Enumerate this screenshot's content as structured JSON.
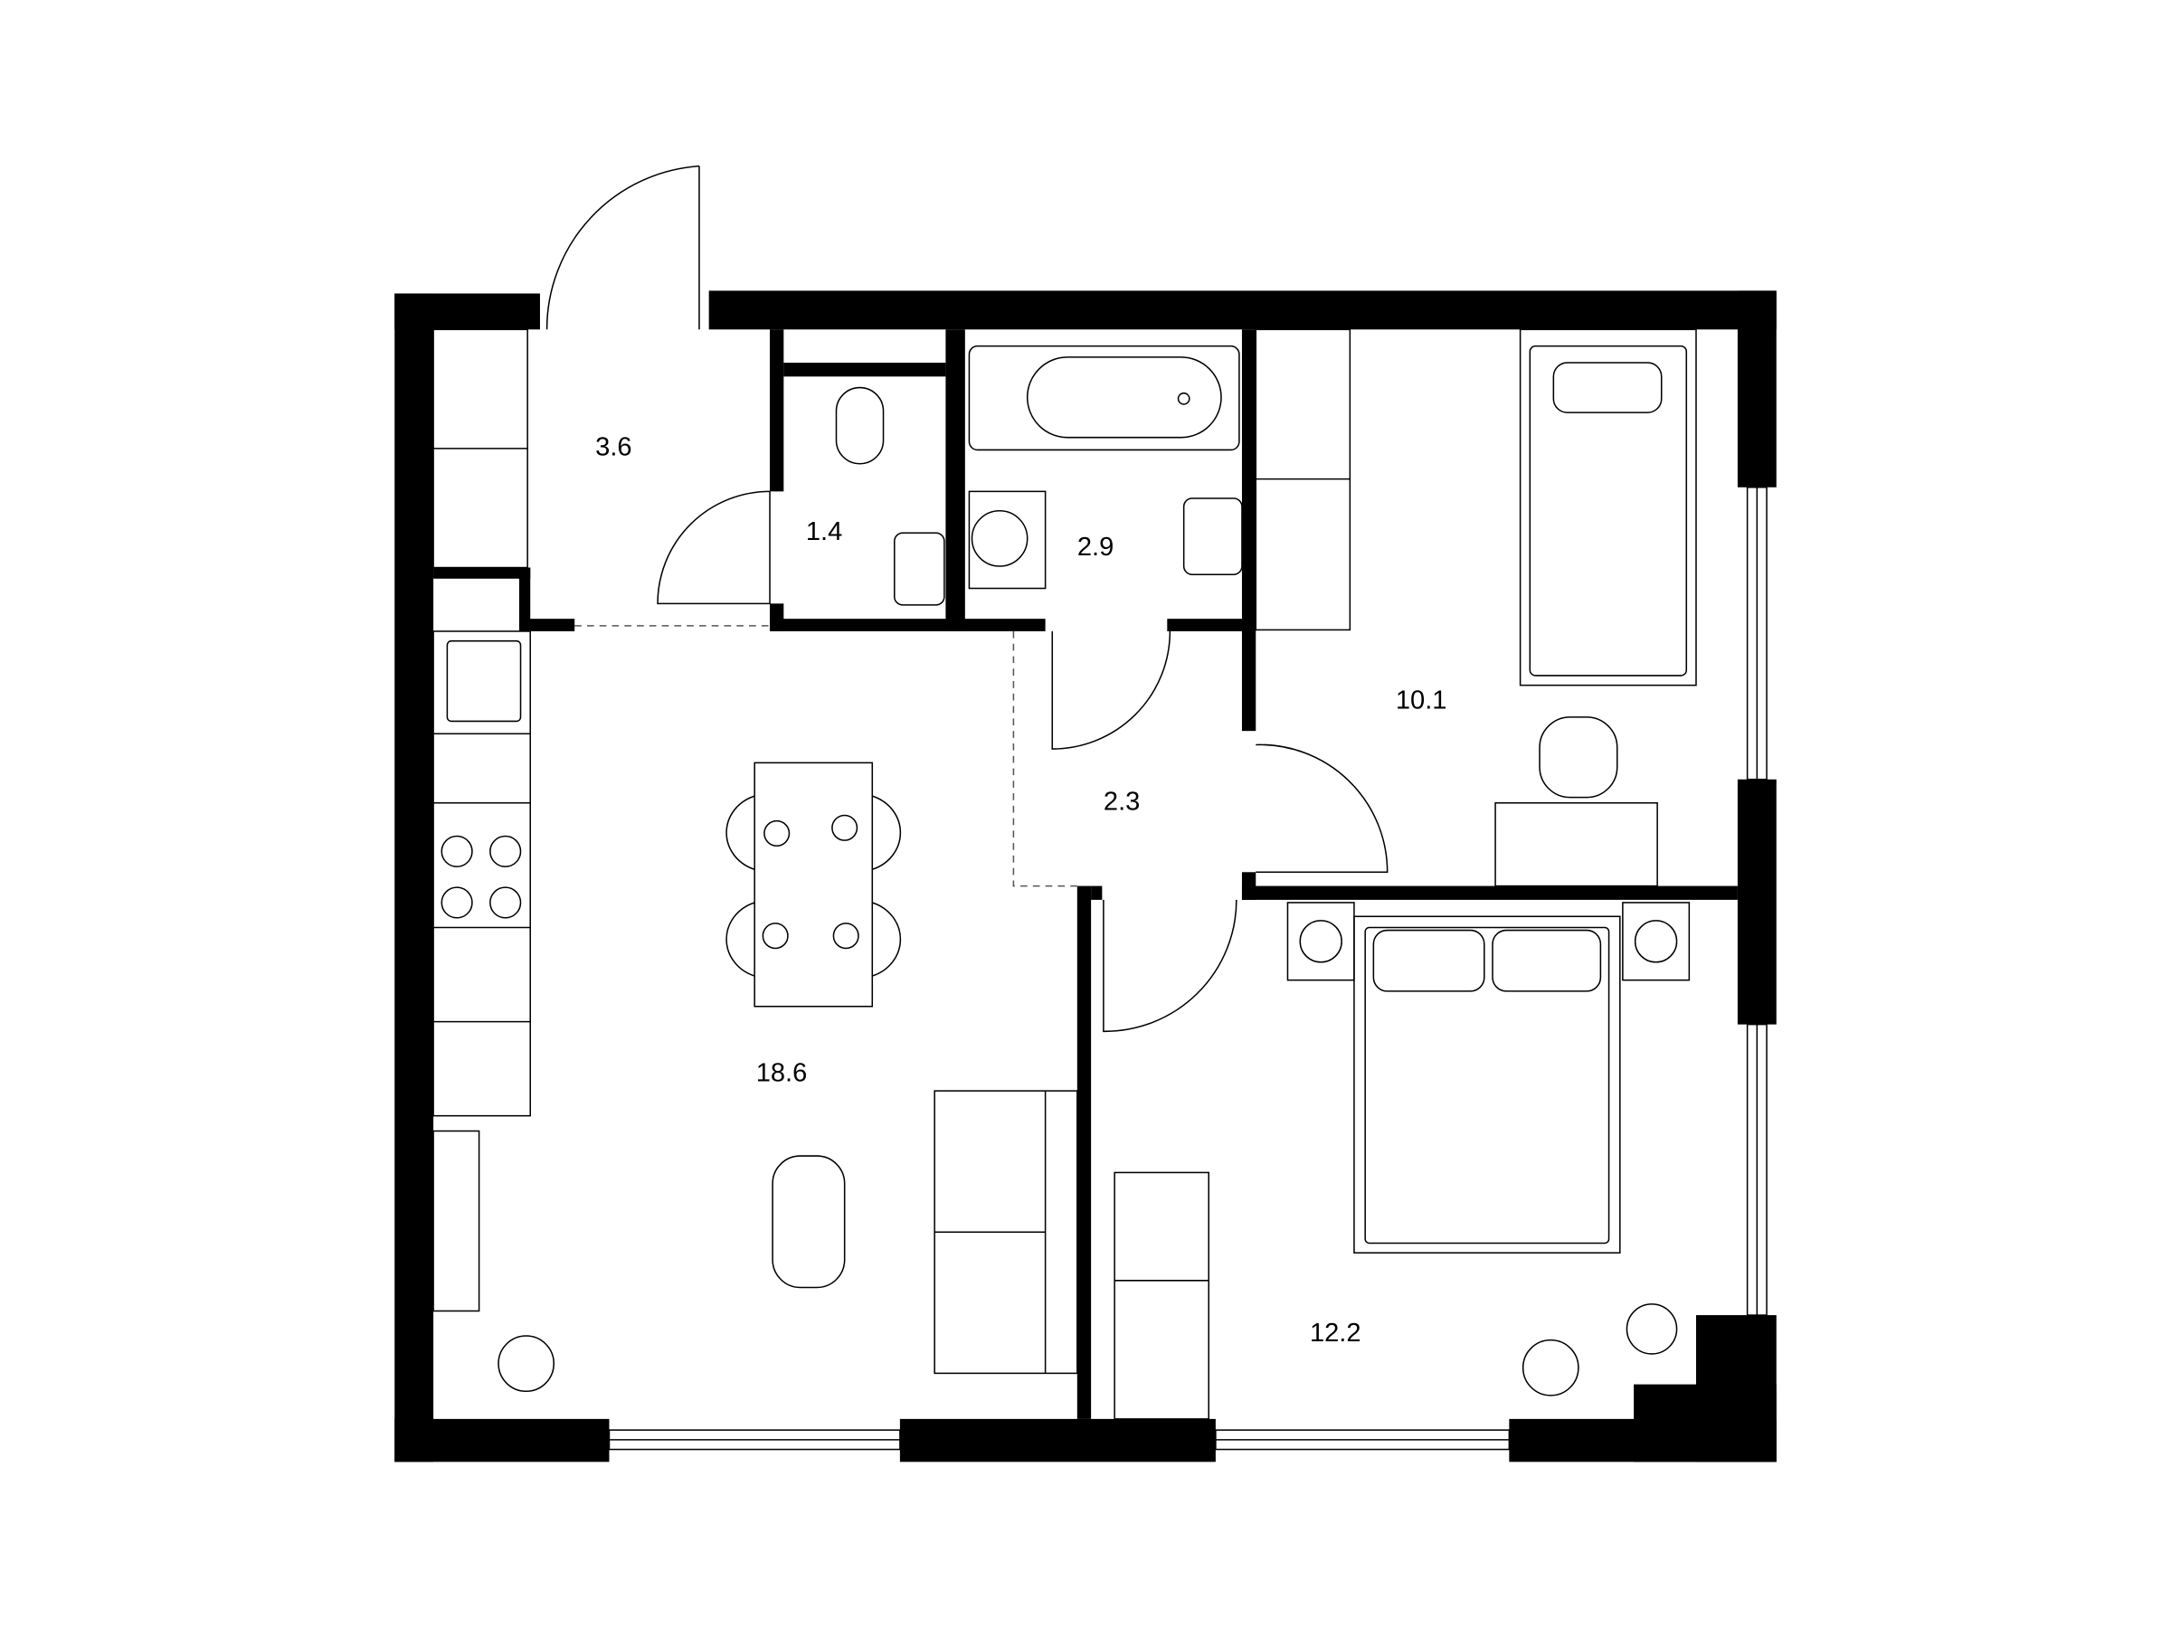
{
  "plan": {
    "colors": {
      "wall": "#000000",
      "background": "#ffffff",
      "line": "#000000"
    },
    "rooms": [
      {
        "id": "hallway",
        "area": "3.6"
      },
      {
        "id": "toilet",
        "area": "1.4"
      },
      {
        "id": "bathroom",
        "area": "2.9"
      },
      {
        "id": "kids-bedroom",
        "area": "10.1"
      },
      {
        "id": "corridor",
        "area": "2.3"
      },
      {
        "id": "kitchen-living",
        "area": "18.6"
      },
      {
        "id": "bedroom",
        "area": "12.2"
      }
    ]
  }
}
